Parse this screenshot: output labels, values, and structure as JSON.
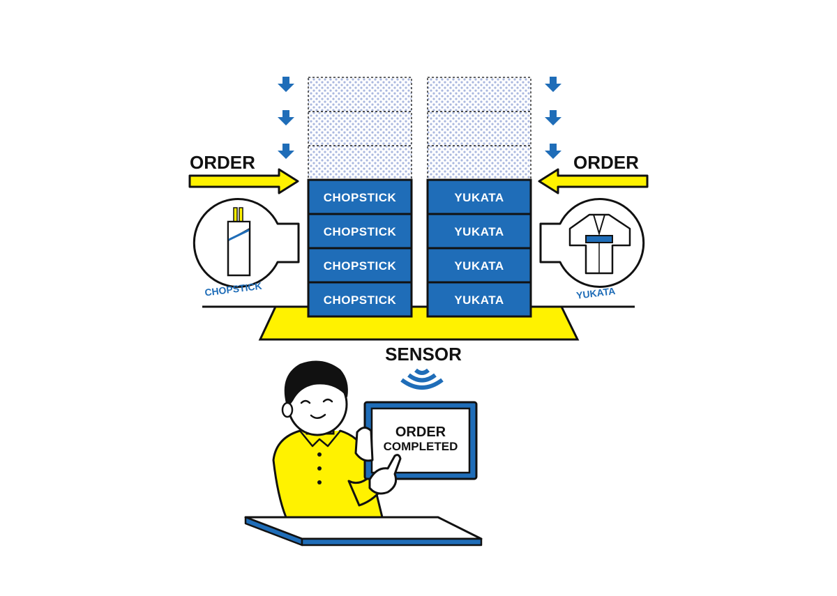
{
  "left": {
    "order_label": "ORDER",
    "item_caption": "CHOPSTICK",
    "stack": [
      "CHOPSTICK",
      "CHOPSTICK",
      "CHOPSTICK",
      "CHOPSTICK"
    ]
  },
  "right": {
    "order_label": "ORDER",
    "item_caption": "YUKATA",
    "stack": [
      "YUKATA",
      "YUKATA",
      "YUKATA",
      "YUKATA"
    ]
  },
  "sensor": {
    "label": "SENSOR"
  },
  "tablet": {
    "line1": "ORDER",
    "line2": "COMPLETED"
  },
  "colors": {
    "blue": "#1f6db8",
    "yellow": "#fff200",
    "dots": "#aab8df",
    "black": "#111111"
  },
  "icons": {
    "down_arrows": "down-arrow-icon",
    "order_arrows": "order-arrow-icon",
    "chopstick": "chopstick-icon",
    "yukata": "yukata-icon",
    "sensor": "sensor-wave-icon"
  }
}
